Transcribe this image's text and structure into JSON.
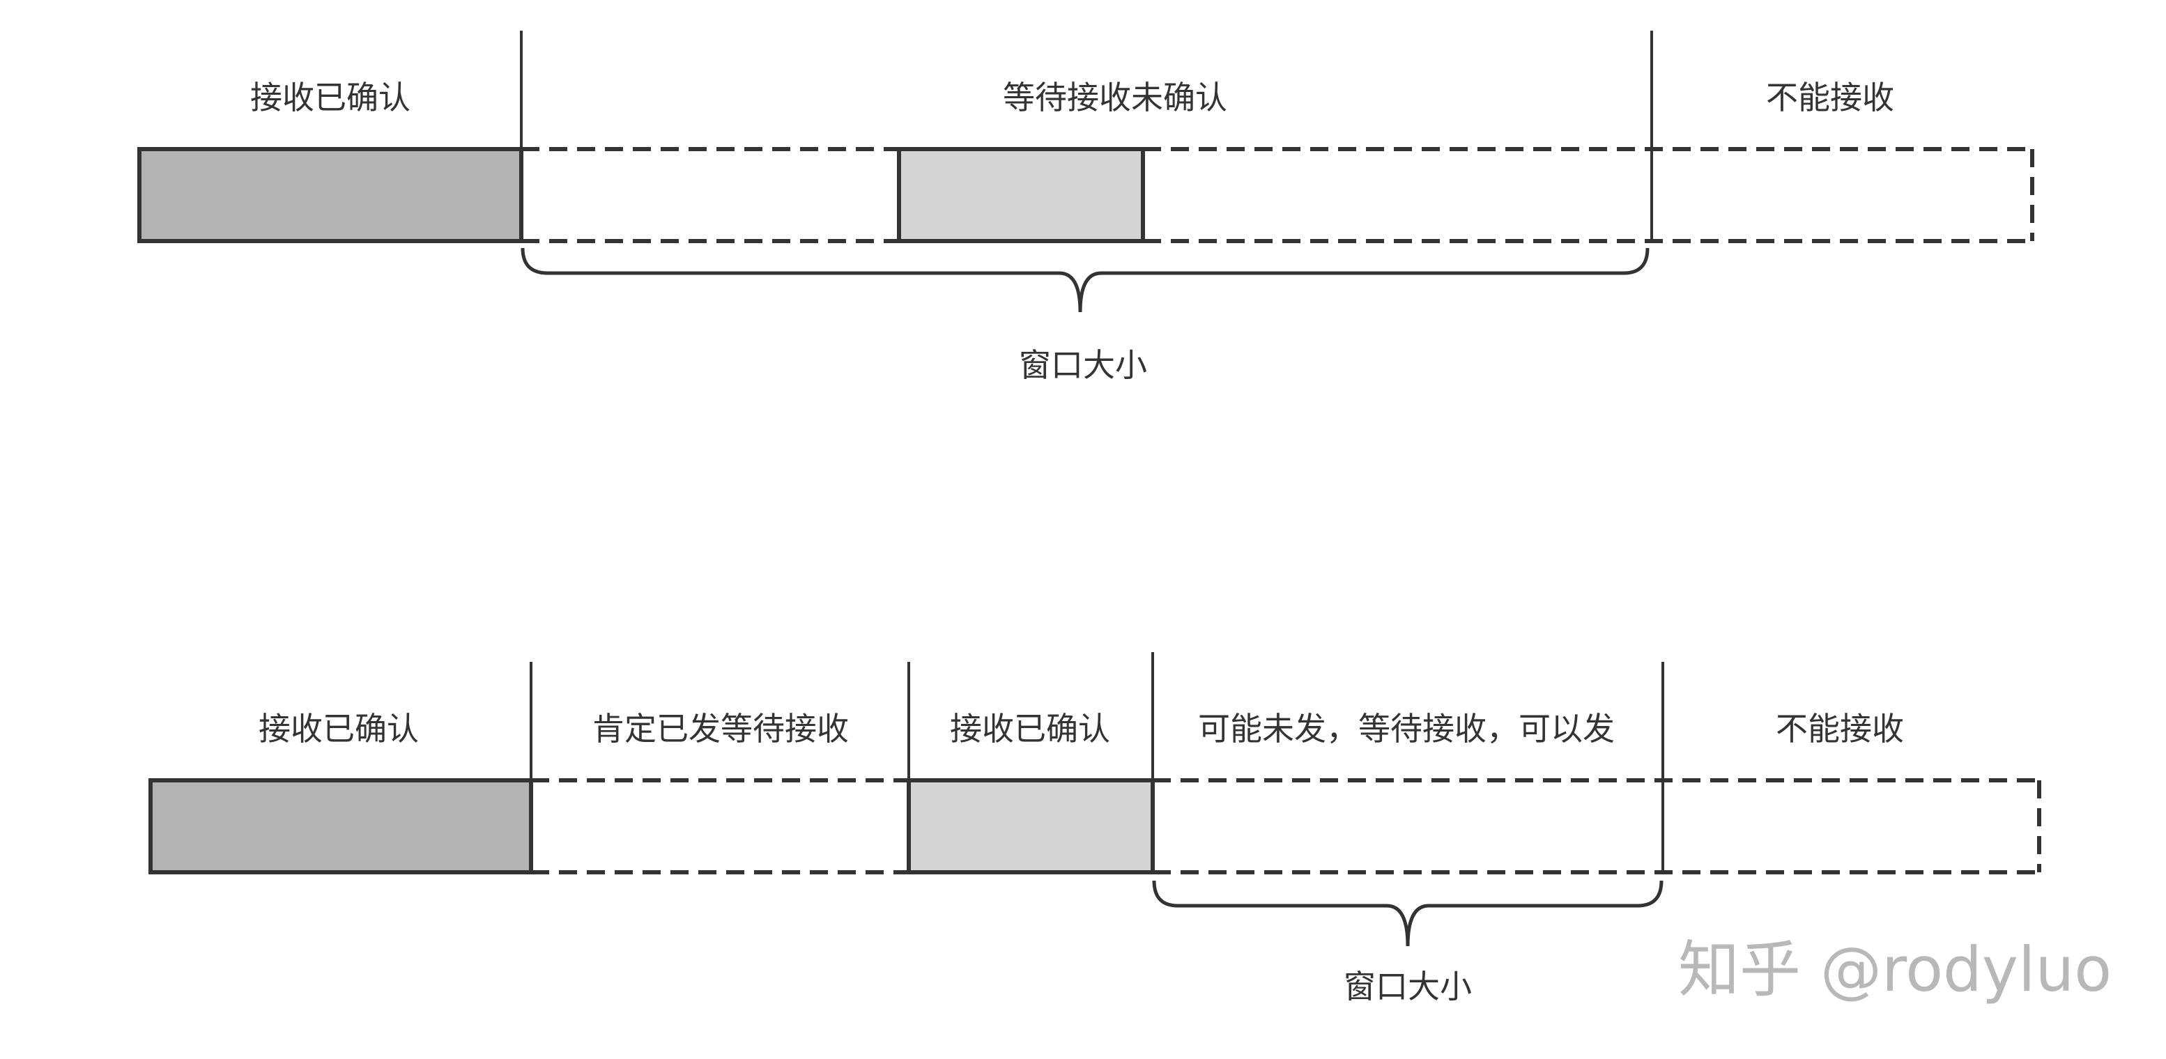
{
  "diagram_top": {
    "labels": [
      "接收已确认",
      "等待接收未确认",
      "不能接收"
    ],
    "window_label": "窗口大小"
  },
  "diagram_bottom": {
    "labels": [
      "接收已确认",
      "肯定已发等待接收",
      "接收已确认",
      "可能未发，等待接收，可以发",
      "不能接收"
    ],
    "window_label": "窗口大小"
  },
  "watermark": "知乎 @rodyluo",
  "colors": {
    "dark_fill": "#b3b3b3",
    "light_fill": "#d4d4d4",
    "line": "#333333"
  }
}
